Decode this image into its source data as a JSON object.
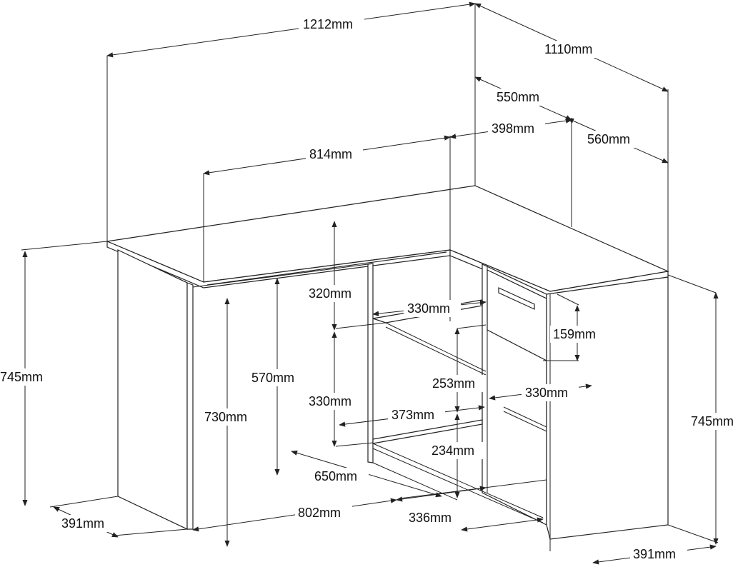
{
  "diagram": {
    "dimensions": [
      {
        "id": "overall-width",
        "label": "1212mm"
      },
      {
        "id": "overall-depth",
        "label": "1110mm"
      },
      {
        "id": "return-top-depth-a",
        "label": "550mm"
      },
      {
        "id": "return-top-depth-b",
        "label": "560mm"
      },
      {
        "id": "desk-top-depth",
        "label": "398mm"
      },
      {
        "id": "desk-inner-width",
        "label": "814mm"
      },
      {
        "id": "top-gap-height",
        "label": "320mm"
      },
      {
        "id": "shelf-width-upper",
        "label": "330mm"
      },
      {
        "id": "drawer-height",
        "label": "159mm"
      },
      {
        "id": "kneespace-height",
        "label": "570mm"
      },
      {
        "id": "shelf-height-330",
        "label": "330mm"
      },
      {
        "id": "shelf-gap-253",
        "label": "253mm"
      },
      {
        "id": "shelf-width-lower",
        "label": "330mm"
      },
      {
        "id": "shelf-width-373",
        "label": "373mm"
      },
      {
        "id": "left-height",
        "label": "745mm"
      },
      {
        "id": "inner-height",
        "label": "730mm"
      },
      {
        "id": "right-height",
        "label": "745mm"
      },
      {
        "id": "shelf-gap-234",
        "label": "234mm"
      },
      {
        "id": "bottom-depth-650",
        "label": "650mm"
      },
      {
        "id": "bottom-width-802",
        "label": "802mm"
      },
      {
        "id": "bottom-width-336",
        "label": "336mm"
      },
      {
        "id": "left-base-depth",
        "label": "391mm"
      },
      {
        "id": "right-base-depth",
        "label": "391mm"
      }
    ]
  }
}
